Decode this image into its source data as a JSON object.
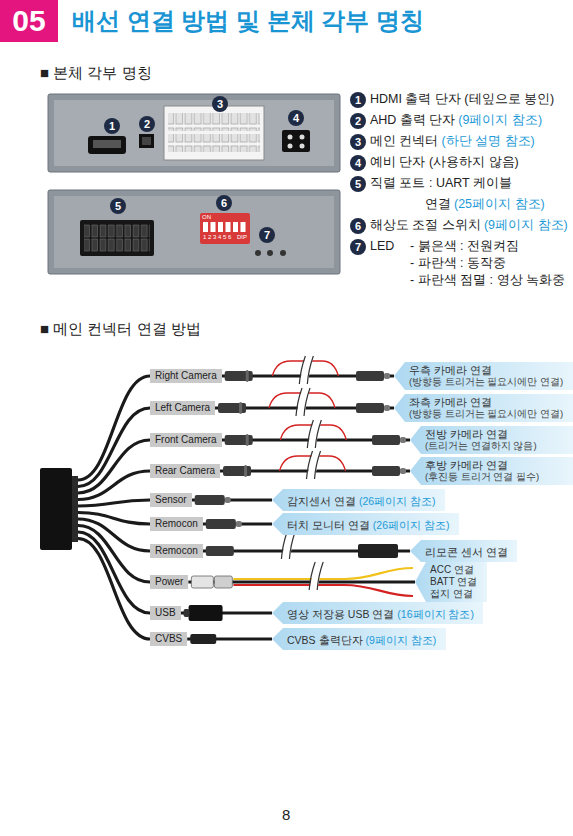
{
  "diagram": {
    "title": "배선 연결 방법 및 본체 각부 명칭",
    "nodes": [
      {
        "text": [
          "05"
        ]
      },
      {
        "text": [
          "Right Camera"
        ]
      },
      {
        "text": [
          "우측 카메라 연결",
          "(방향등 트리거는 필요시에만 연결)"
        ]
      },
      {
        "text": [
          "Left Camera"
        ]
      },
      {
        "text": [
          "좌측 카메라 연결",
          "(방향등 트리거는 필요시에만 연결)"
        ]
      },
      {
        "text": [
          "Front Camera"
        ]
      },
      {
        "text": [
          "전방 카메라 연결",
          "(트리거는 연결하지 않음)"
        ]
      },
      {
        "text": [
          "Rear Camera"
        ]
      },
      {
        "text": [
          "후방 카메라 연결",
          "(후진등 트리거 연결 필수)"
        ]
      },
      {
        "text": [
          "Sensor"
        ]
      },
      {
        "text": [
          "감지센서 연결",
          "(26페이지 참조)"
        ]
      },
      {
        "text": [
          "Remocon"
        ]
      },
      {
        "text": [
          "터치 모니터 연결",
          "(26페이지 참조)"
        ]
      },
      {
        "text": [
          "Remocon"
        ]
      },
      {
        "text": [
          "리모콘 센서 연결"
        ]
      },
      {
        "text": [
          "Power"
        ]
      },
      {
        "text": [
          "ACC 연결",
          "BATT 연결",
          "접지 연결"
        ]
      },
      {
        "text": [
          "USB"
        ]
      },
      {
        "text": [
          "영상 저장용 USB 연결",
          "(16페이지 참조)"
        ]
      },
      {
        "text": [
          "CVBS"
        ]
      },
      {
        "text": [
          "CVBS 출력단자",
          "(9페이지 참조)"
        ]
      }
    ],
    "edges": [
      {
        "from": 1,
        "to": 2,
        "arrow": "none"
      },
      {
        "from": 3,
        "to": 4,
        "arrow": "none"
      },
      {
        "from": 5,
        "to": 6,
        "arrow": "none"
      },
      {
        "from": 7,
        "to": 8,
        "arrow": "none"
      },
      {
        "from": 9,
        "to": 10,
        "arrow": "none"
      },
      {
        "from": 11,
        "to": 12,
        "arrow": "none"
      },
      {
        "from": 13,
        "to": 14,
        "arrow": "none"
      },
      {
        "from": 15,
        "to": 16,
        "arrow": "none"
      },
      {
        "from": 17,
        "to": 18,
        "arrow": "none"
      },
      {
        "from": 19,
        "to": 20,
        "arrow": "none"
      }
    ],
    "labels": [
      "■ 본체 각부 명칭",
      "1",
      "2",
      "3",
      "4",
      "5",
      "6",
      "7",
      "ON",
      "1 2 3 4 5 6",
      "DIP",
      "1",
      "HDMI 출력 단자 (테잎으로 봉인)",
      "2",
      "AHD 출력 단자",
      "(9페이지 참조)",
      "3",
      "메인 컨넥터",
      "(하단 설명 참조)",
      "4",
      "예비 단자 (사용하지 않음)",
      "5",
      "직렬 포트 : UART 케이블",
      "연결",
      "(25페이지 참조)",
      "6",
      "해상도 조절 스위치",
      "(9페이지 참조)",
      "7",
      "LED",
      "- 붉은색 : 전원켜짐",
      "- 파란색 : 동작중",
      "- 파란색 점멸 : 영상 녹화중",
      "■ 메인 컨넥터 연결 방법",
      "8"
    ]
  }
}
